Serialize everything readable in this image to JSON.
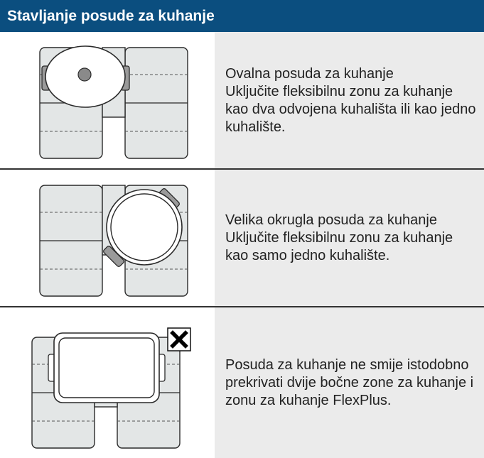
{
  "header": {
    "title": "Stavljanje posude za kuhanje"
  },
  "rows": [
    {
      "title": "Ovalna posuda za kuhanje",
      "text": "Uključite fleksibilnu zonu za kuhanje kao dva odvojena kuhališta ili kao jedno kuhalište.",
      "icon": "oval-pot-icon"
    },
    {
      "title": "Velika okrugla posuda za kuhanje",
      "text": "Uključite fleksibilnu zonu za kuhanje kao samo jedno kuhalište.",
      "icon": "round-pot-icon"
    },
    {
      "title": "",
      "text": "Posuda za kuhanje ne smije istodobno prekrivati dvije bočne zone za kuhanje i zonu za kuhanje FlexPlus.",
      "icon": "rectangular-pot-icon",
      "mark_icon": "cross-icon"
    }
  ]
}
